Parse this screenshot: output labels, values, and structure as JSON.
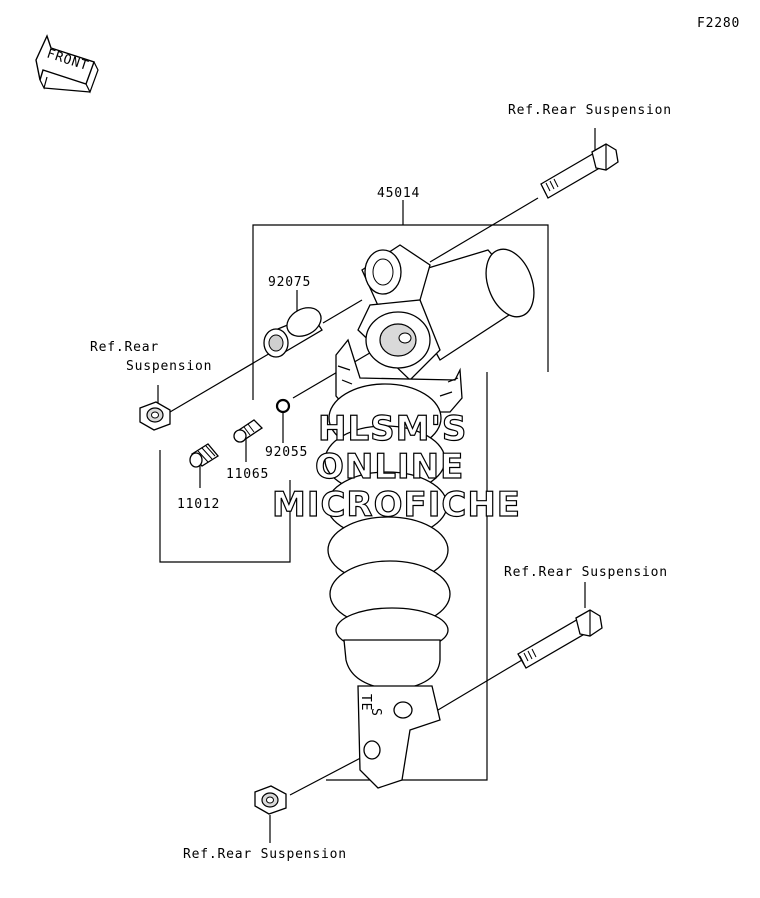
{
  "figure_code": "F2280",
  "front_arrow": {
    "label": "FRONT",
    "icon": "front-direction-arrow-icon"
  },
  "parts": {
    "shock_assembly": "45014",
    "collar": "92075",
    "o_ring": "92055",
    "valve": "11065",
    "cap": "11012"
  },
  "references": {
    "top_bolt": "Ref.Rear Suspension",
    "left_nut_line1": "Ref.Rear",
    "left_nut_line2": "Suspension",
    "right_bolt": "Ref.Rear Suspension",
    "bottom_nut": "Ref.Rear Suspension"
  },
  "watermark": {
    "line1": "HLSM'S",
    "line2": "ONLINE",
    "line3": "MICROFICHE"
  },
  "body_marking": {
    "line1": "TE",
    "line2": "S"
  }
}
